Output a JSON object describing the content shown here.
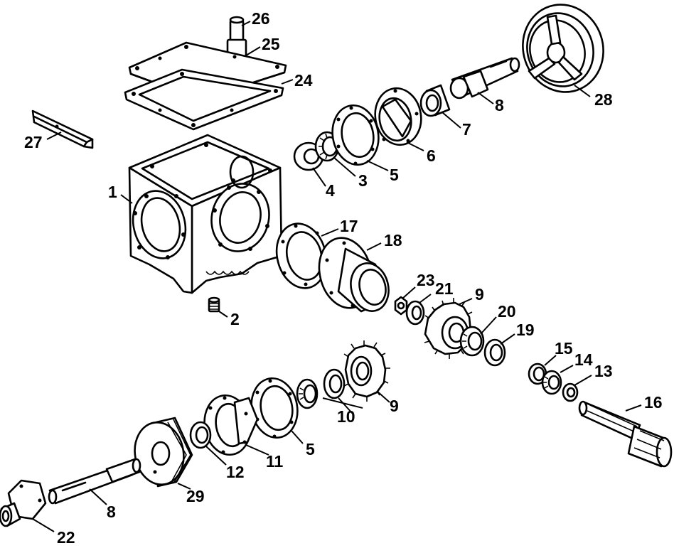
{
  "labels": {
    "p1": "1",
    "p2": "2",
    "p3": "3",
    "p4": "4",
    "p5a": "5",
    "p5b": "5",
    "p6": "6",
    "p7": "7",
    "p8a": "8",
    "p8b": "8",
    "p9a": "9",
    "p9b": "9",
    "p10": "10",
    "p11": "11",
    "p12": "12",
    "p13": "13",
    "p14": "14",
    "p15": "15",
    "p16": "16",
    "p17": "17",
    "p18": "18",
    "p19": "19",
    "p20": "20",
    "p21": "21",
    "p22": "22",
    "p23": "23",
    "p24": "24",
    "p25": "25",
    "p26": "26",
    "p27": "27",
    "p28": "28",
    "p29": "29"
  }
}
